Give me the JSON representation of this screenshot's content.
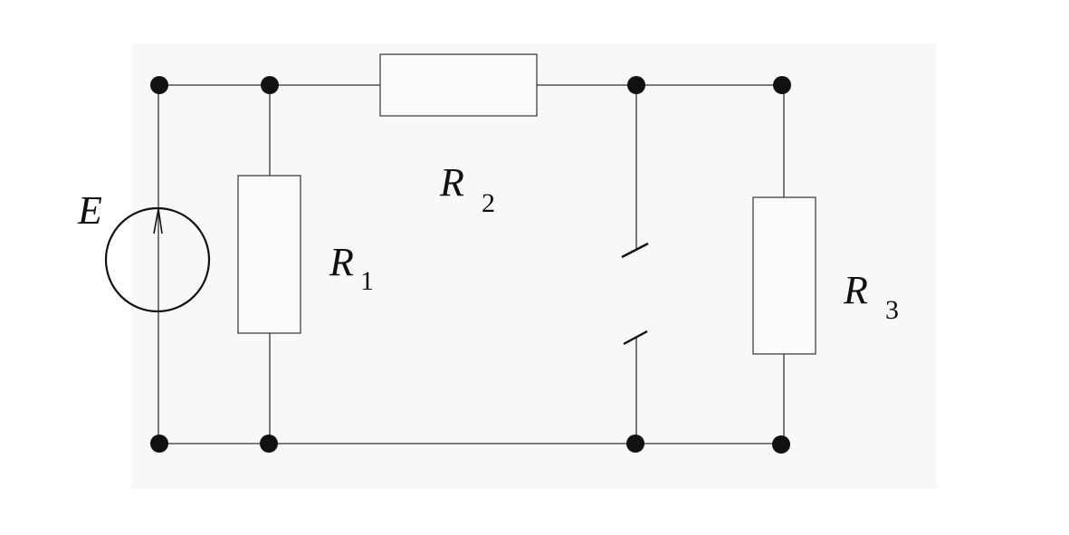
{
  "labels": {
    "source": "E",
    "r1": {
      "letter": "R",
      "sub": "1"
    },
    "r2": {
      "letter": "R",
      "sub": "2"
    },
    "r3": {
      "letter": "R",
      "sub": "3"
    }
  },
  "colors": {
    "wire": "#222222",
    "node": "#111111",
    "background": "#f8f8f8"
  }
}
